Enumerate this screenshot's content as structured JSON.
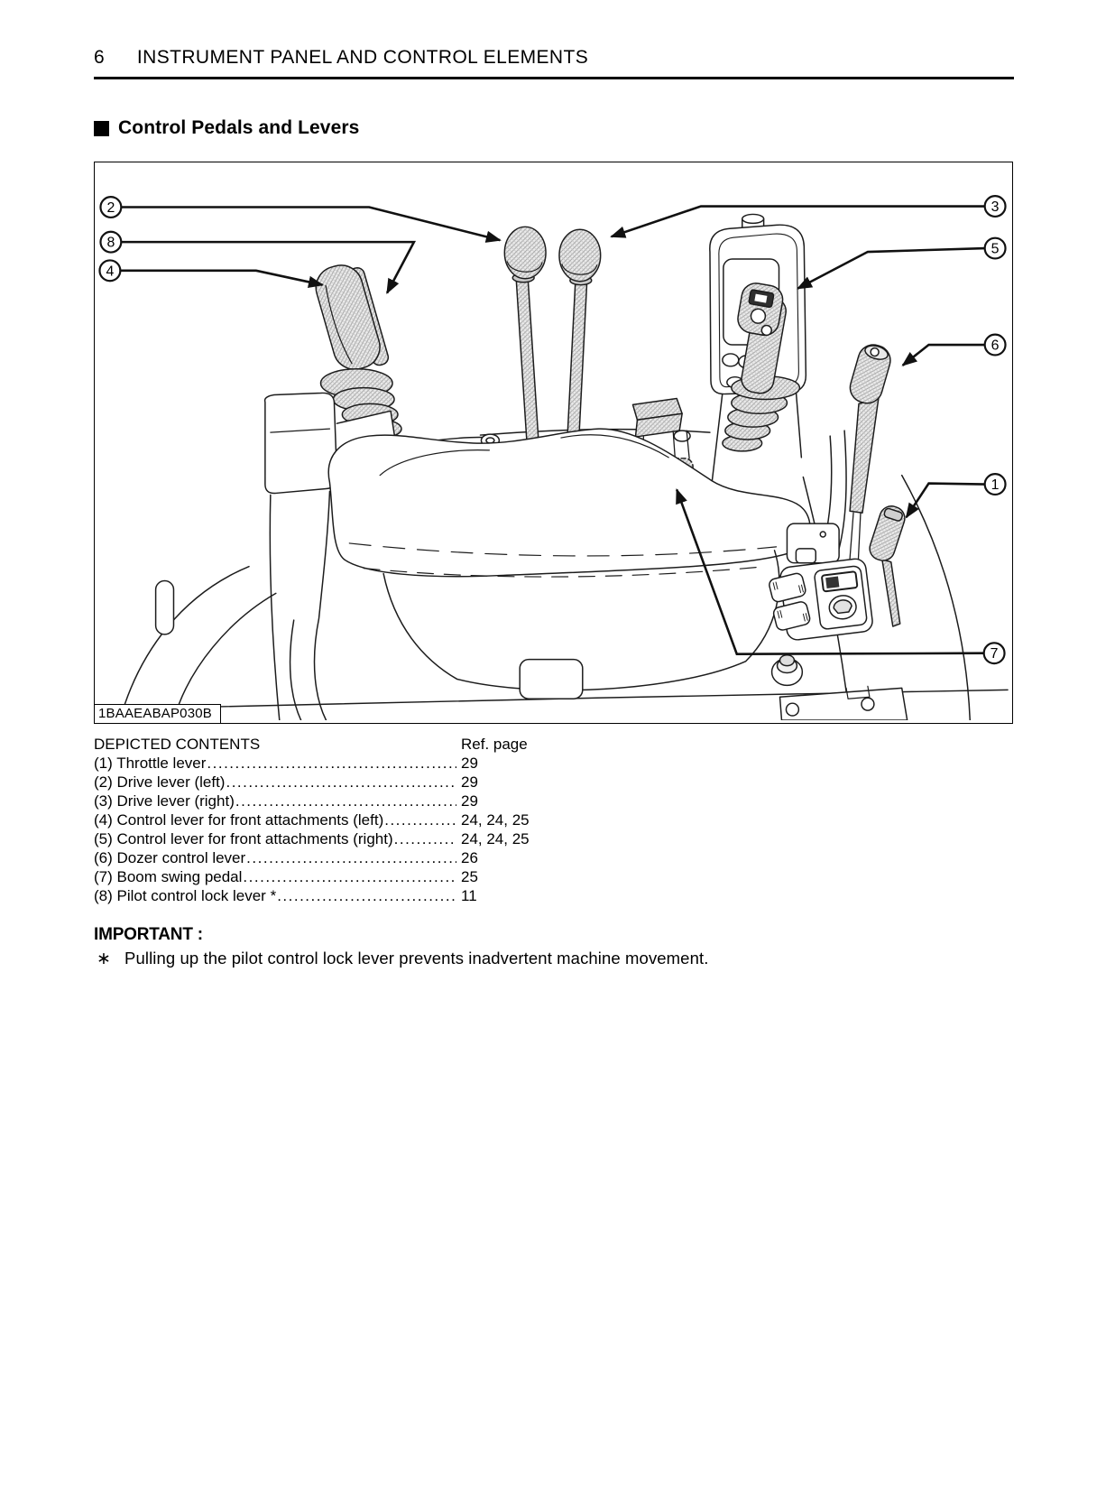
{
  "header": {
    "page_number": "6",
    "title": "INSTRUMENT PANEL AND CONTROL ELEMENTS"
  },
  "section": {
    "title": "Control Pedals and Levers"
  },
  "figure": {
    "caption": "1BAAEABAP030B",
    "callouts": {
      "c1": "1",
      "c2": "2",
      "c3": "3",
      "c4": "4",
      "c5": "5",
      "c6": "6",
      "c7": "7",
      "c8": "8"
    }
  },
  "contents": {
    "heading": "DEPICTED CONTENTS",
    "ref_heading": "Ref. page",
    "items": [
      {
        "label": "(1) Throttle lever",
        "page": "29"
      },
      {
        "label": "(2) Drive lever (left)",
        "page": "29"
      },
      {
        "label": "(3) Drive lever (right)",
        "page": "29"
      },
      {
        "label": "(4) Control lever for front attachments (left)",
        "page": "24, 24, 25"
      },
      {
        "label": "(5) Control lever for front attachments (right)",
        "page": "24, 24, 25"
      },
      {
        "label": "(6) Dozer control lever",
        "page": "26"
      },
      {
        "label": "(7) Boom swing pedal",
        "page": "25"
      },
      {
        "label": "(8) Pilot control lock lever *",
        "page": "11"
      }
    ]
  },
  "important": {
    "heading": "IMPORTANT :",
    "bullet": "∗",
    "text": "Pulling up the pilot control lock lever prevents inadvertent machine movement."
  }
}
